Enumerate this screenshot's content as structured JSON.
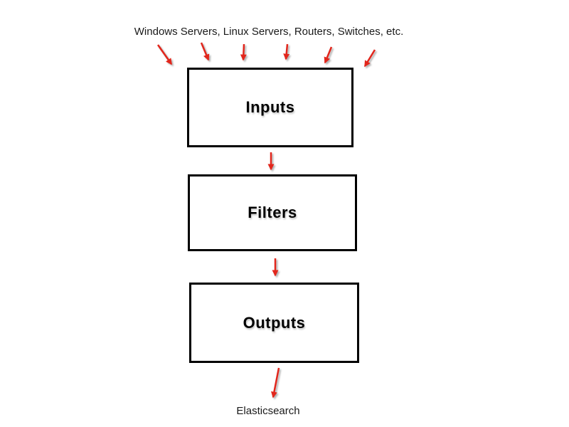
{
  "diagram": {
    "sources_label": "Windows Servers, Linux Servers, Routers, Switches, etc.",
    "nodes": [
      {
        "id": "inputs",
        "label": "Inputs"
      },
      {
        "id": "filters",
        "label": "Filters"
      },
      {
        "id": "outputs",
        "label": "Outputs"
      }
    ],
    "destination_label": "Elasticsearch",
    "arrow_color": "#e2261c",
    "box_border_color": "#000000",
    "background_color": "#ffffff"
  }
}
